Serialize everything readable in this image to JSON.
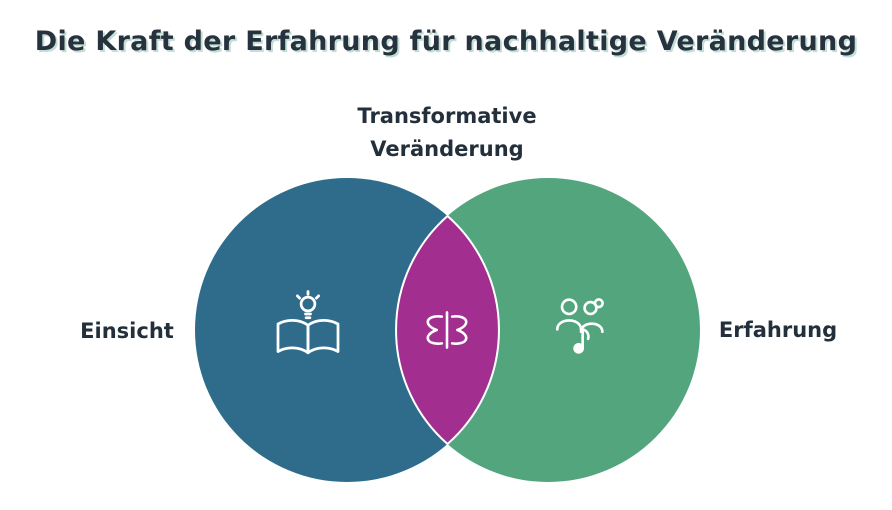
{
  "title": "Die Kraft der Erfahrung für nachhaltige Veränderung",
  "center_label": {
    "line1": "Transformative",
    "line2": "Veränderung"
  },
  "left_label": "Einsicht",
  "right_label": "Erfahrung",
  "diagram": {
    "type": "venn",
    "left_set": "Einsicht",
    "right_set": "Erfahrung",
    "intersection": "Transformative Veränderung"
  },
  "icons": {
    "left": "book-lightbulb-icon",
    "center": "butterfly-icon",
    "right": "people-music-icon"
  },
  "colors": {
    "left_circle": "#2F6C8B",
    "right_circle": "#53A57E",
    "overlap": "#A22F90",
    "title_text": "#26323E",
    "label_text": "#232F3A",
    "icon_stroke": "#FFFFFF",
    "background": "#FFFFFF"
  }
}
